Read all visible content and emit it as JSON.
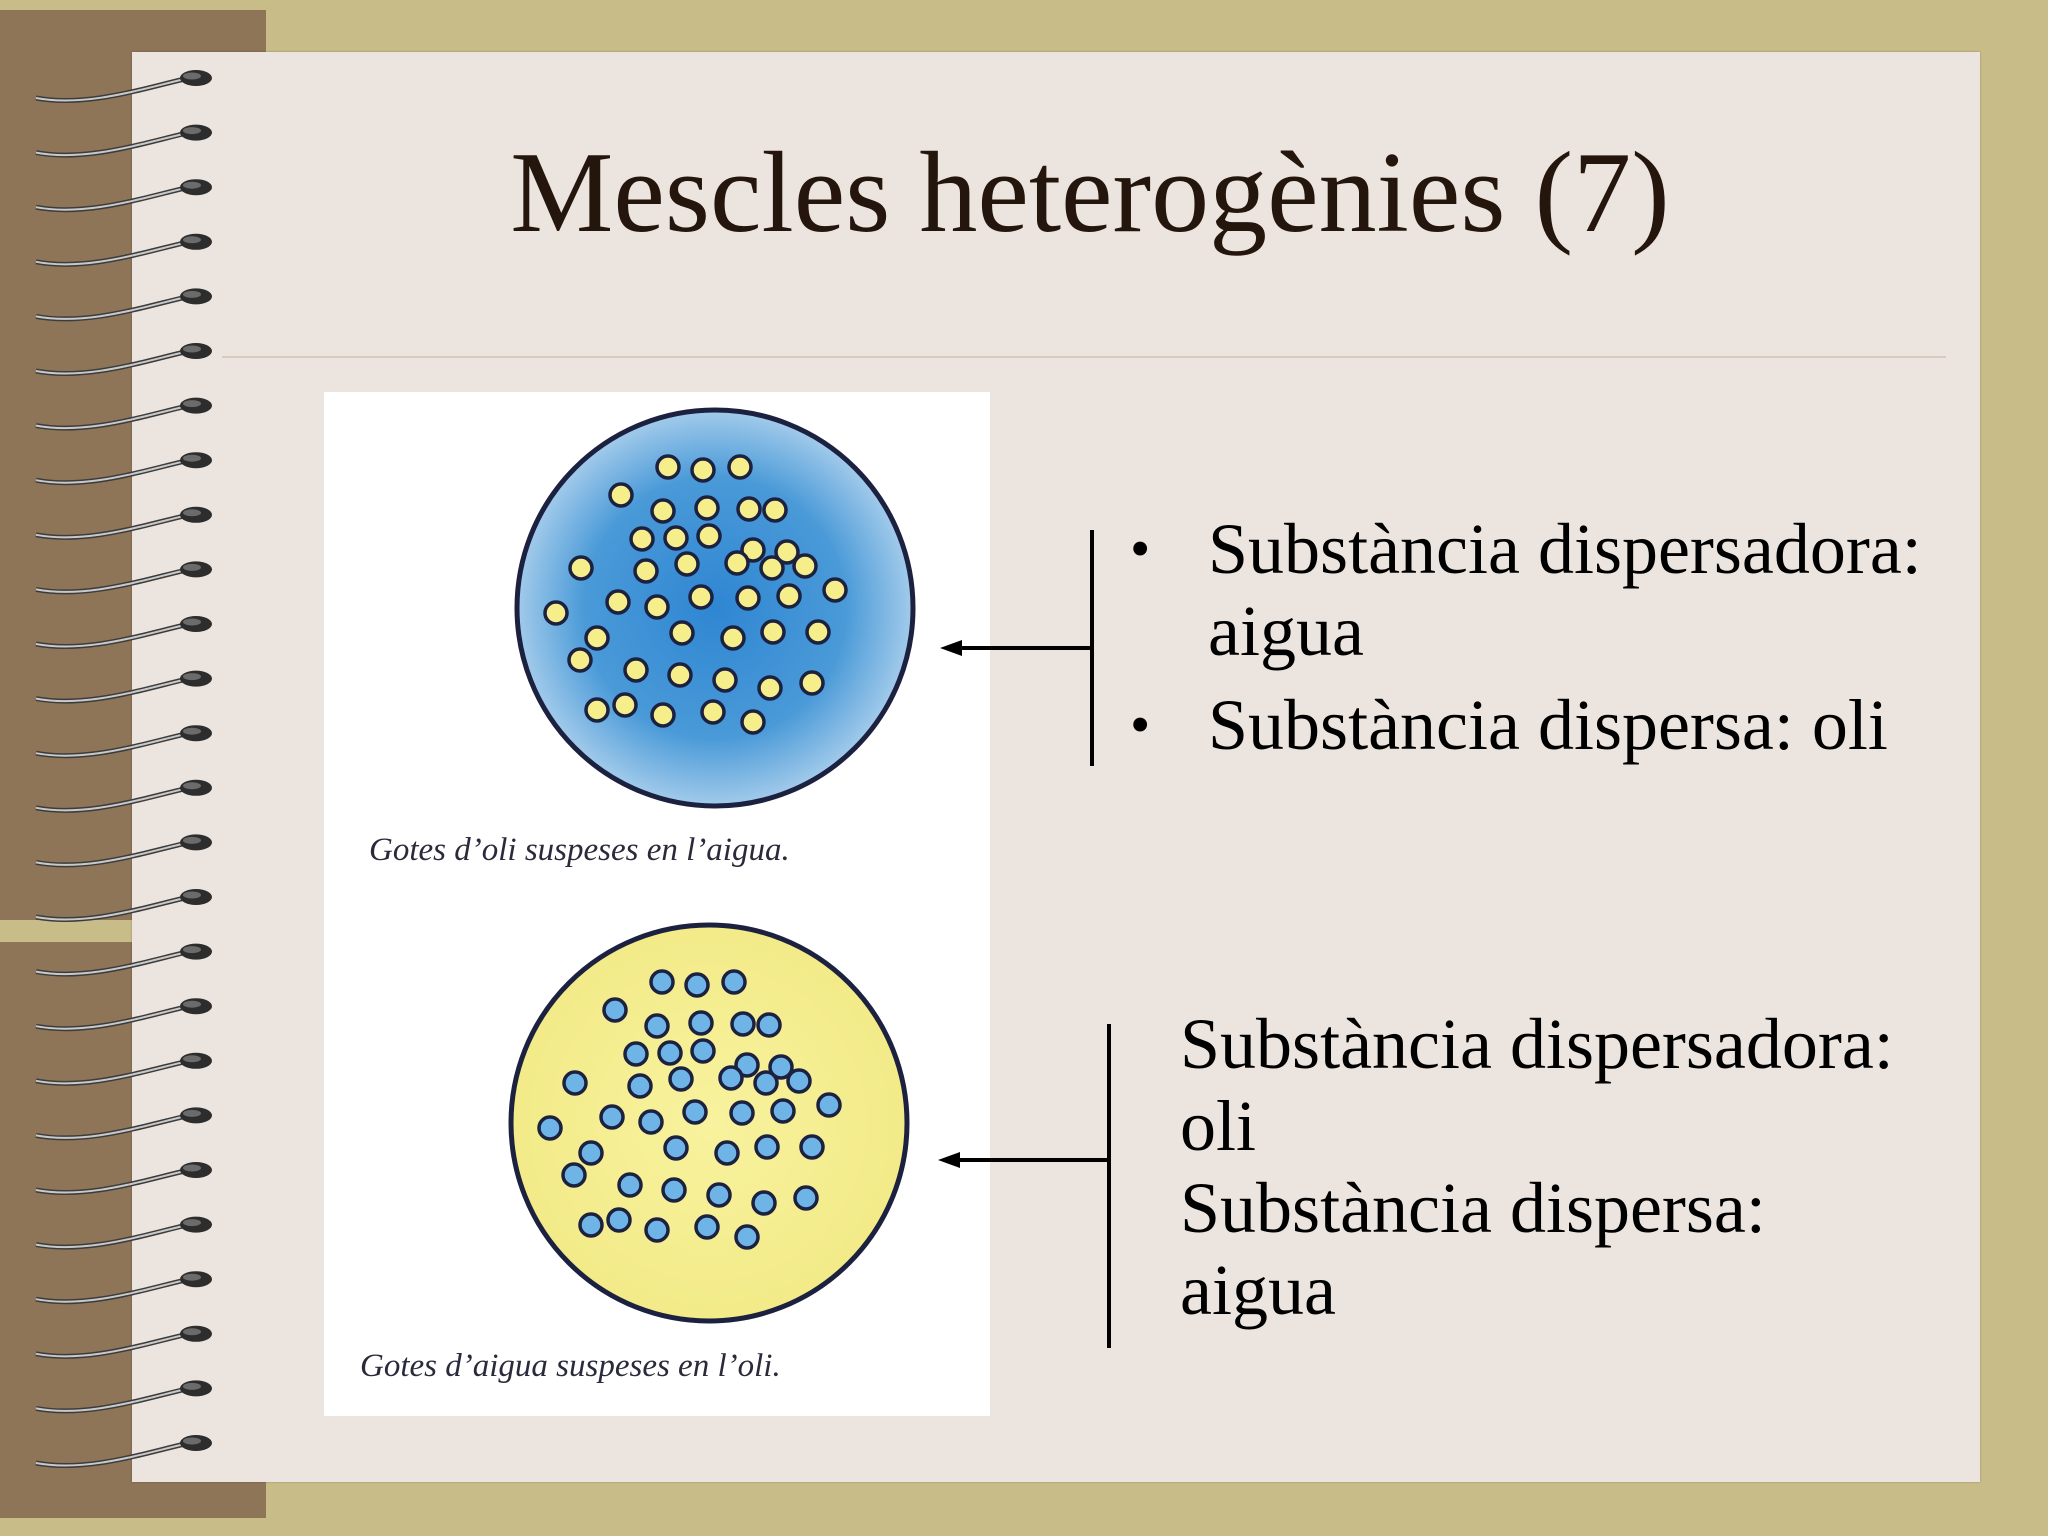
{
  "slide": {
    "title": "Mescles heterogènies (7)"
  },
  "figure": {
    "caption_top": "Gotes d’oli suspeses en l’aigua.",
    "caption_bottom": "Gotes d’aigua suspeses en l’oli.",
    "top_circle": {
      "fill_color": "#3d8ed6",
      "droplet_color": "#f5ee8a"
    },
    "bottom_circle": {
      "fill_color": "#f6f09c",
      "droplet_color": "#6fb4e6"
    }
  },
  "annotations": {
    "upper_items": [
      {
        "label": "Substància dispersadora: aigua"
      },
      {
        "label": "Substància dispersa: oli"
      }
    ],
    "lower_lines": [
      "Substància dispersadora:",
      "oli",
      "Substància dispersa:",
      "aigua"
    ]
  },
  "colors": {
    "background": "#c8bc88",
    "spiral_strip": "#8e7558",
    "paper": "#ece5df",
    "title_text": "#24160c"
  }
}
